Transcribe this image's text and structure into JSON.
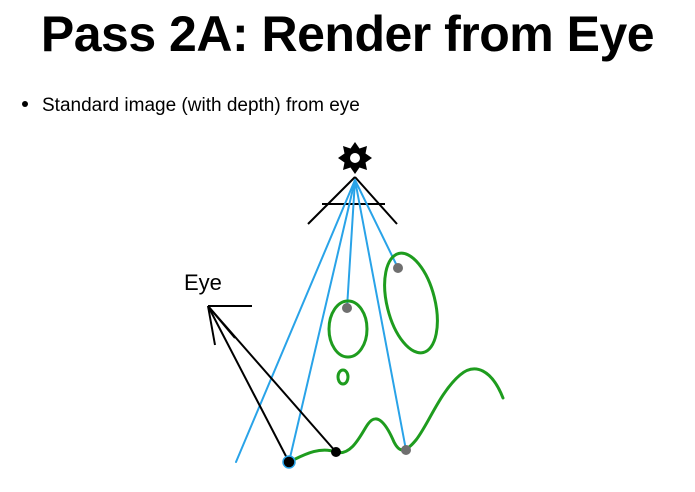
{
  "slide": {
    "title": "Pass 2A: Render from Eye",
    "bullets": [
      "Standard image (with depth) from eye"
    ]
  },
  "diagram": {
    "eye_label": "Eye",
    "colors": {
      "light_rays": "#29a3e8",
      "surfaces": "#1e9c1e",
      "eye_rays": "#000000",
      "hit_points": "#6f6f6f"
    }
  }
}
